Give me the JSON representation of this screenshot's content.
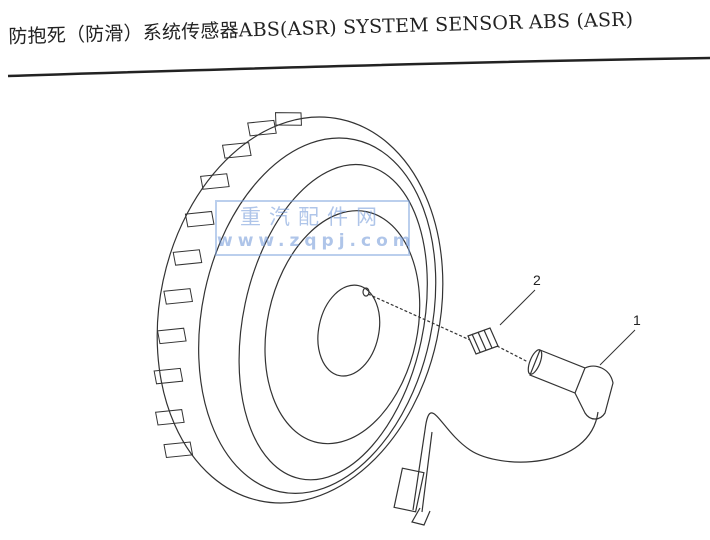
{
  "title": "防抱死（防滑）系统传感器ABS(ASR) SYSTEM SENSOR  ABS (ASR)",
  "callouts": {
    "part1": "1",
    "part2": "2"
  },
  "watermark": {
    "name": "重汽配件网",
    "url": "www.zqpj.com"
  }
}
